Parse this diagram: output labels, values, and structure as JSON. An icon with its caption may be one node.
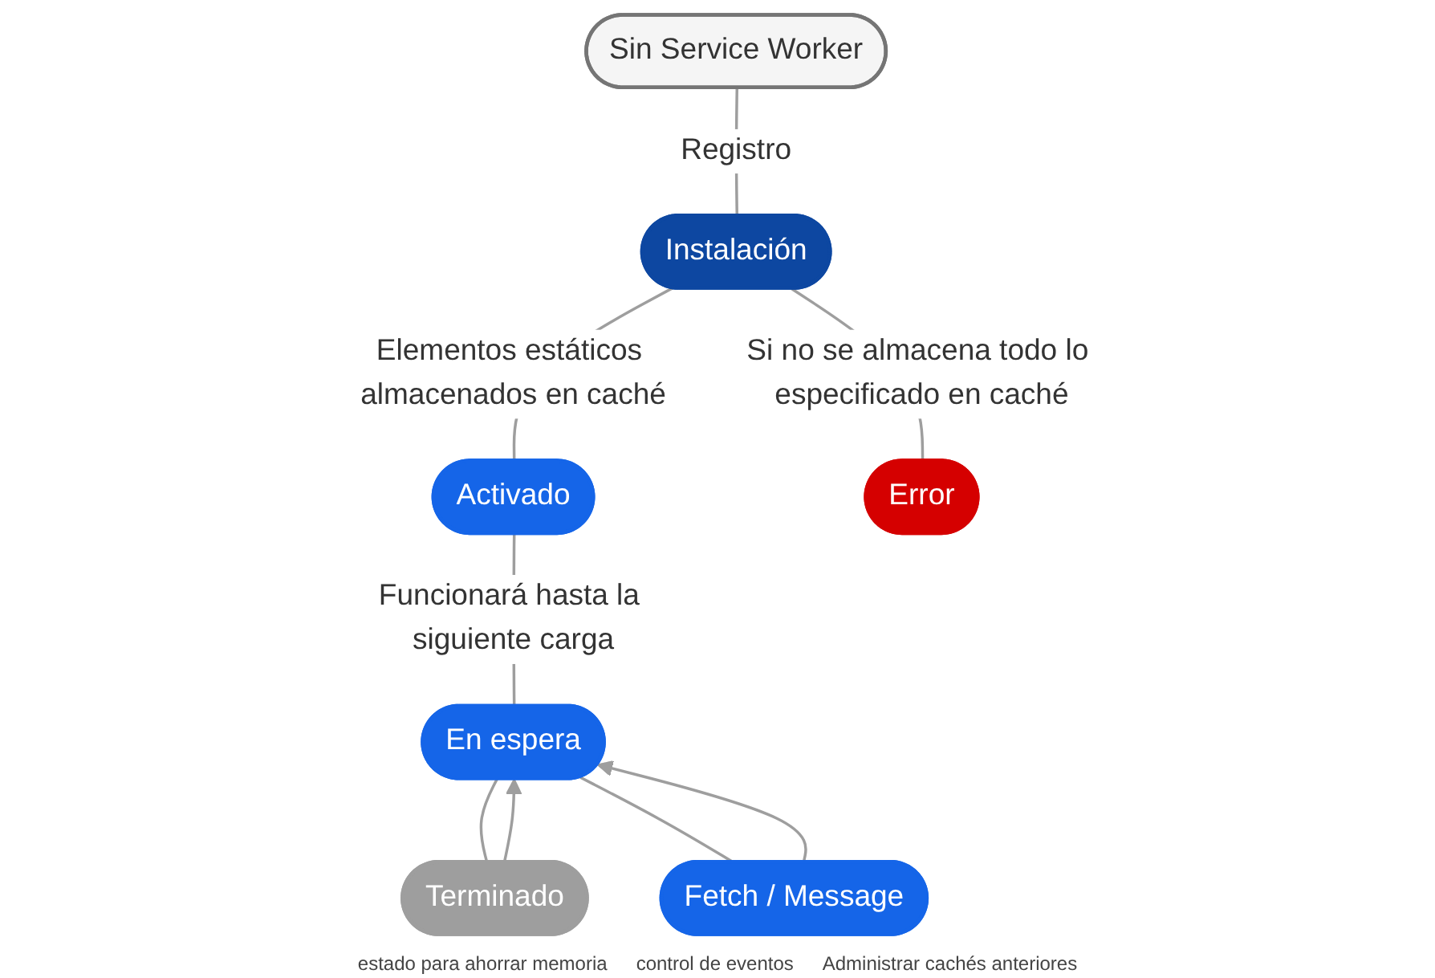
{
  "diagram": {
    "nodes": [
      {
        "text": [
          "Sin Service Worker"
        ]
      },
      {
        "text": [
          "Instalación"
        ]
      },
      {
        "text": [
          "Activado"
        ]
      },
      {
        "text": [
          "Error"
        ]
      },
      {
        "text": [
          "En espera"
        ]
      },
      {
        "text": [
          "Terminado"
        ],
        "beside": [
          "estado para ahorrar memoria"
        ]
      },
      {
        "text": [
          "Fetch / Message"
        ],
        "beside": [
          "control de eventos"
        ]
      }
    ],
    "edges": [
      {
        "from": 0,
        "to": 1,
        "arrow": "none",
        "label": "Registro"
      },
      {
        "from": 1,
        "to": 2,
        "arrow": "none",
        "label": "Elementos estáticos almacenados en caché"
      },
      {
        "from": 1,
        "to": 3,
        "arrow": "none",
        "label": "Si no se almacena todo lo especificado en caché"
      },
      {
        "from": 2,
        "to": 4,
        "arrow": "none",
        "label": "Funcionará hasta la siguiente carga"
      },
      {
        "from": 4,
        "to": 5,
        "arrow": "none"
      },
      {
        "from": 4,
        "to": 6,
        "arrow": "none"
      },
      {
        "from": 5,
        "to": 4,
        "arrow": "to"
      },
      {
        "from": 6,
        "to": 4,
        "arrow": "to"
      }
    ],
    "labels": [
      "Administrar cachés anteriores"
    ]
  }
}
